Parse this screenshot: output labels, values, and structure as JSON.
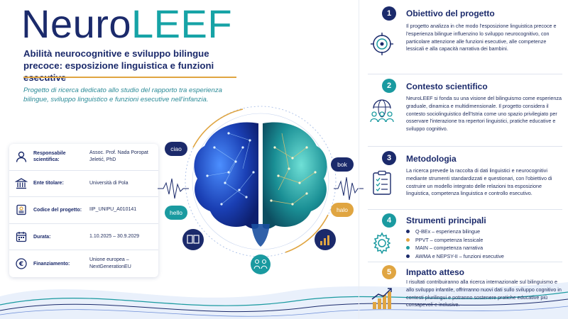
{
  "header": {
    "title_part1": "Neuro",
    "title_part2": "LEEF",
    "subtitle": "Abilità neurocognitive e sviluppo bilingue precoce: esposizione linguistica e funzioni esecutive",
    "intro": "Progetto di ricerca dedicato allo studio del rapporto tra esperienza bilingue, sviluppo linguistico e funzioni esecutive nell'infanzia."
  },
  "info": [
    {
      "label": "Responsabile scientifica:",
      "value": "Assoc. Prof. Nada Poropat Jeletić, PhD",
      "icon": "person-icon"
    },
    {
      "label": "Ente titolare:",
      "value": "Università di Pola",
      "icon": "institution-icon"
    },
    {
      "label": "Codice del progetto:",
      "value": "IIP_UNIPU_A010141",
      "icon": "id-badge-icon"
    },
    {
      "label": "Durata:",
      "value": "1.10.2025 – 30.9.2029",
      "icon": "calendar-icon"
    },
    {
      "label": "Finanziamento:",
      "value": "Unione europea – NextGenerationEU",
      "icon": "euro-icon"
    }
  ],
  "bubbles": {
    "ciao": "ciao",
    "hello": "hello",
    "bok": "bok",
    "halo": "halo"
  },
  "sections": [
    {
      "num": "1",
      "title": "Obiettivo del progetto",
      "text": "Il progetto analizza in che modo l'esposizione linguistica precoce e l'esperienza bilingue influenzino lo sviluppo neurocognitivo, con particolare attenzione alle funzioni esecutive, alle competenze lessicali e alla capacità narrativa dei bambini.",
      "icon": "target-icon",
      "color": "#1b2a6b"
    },
    {
      "num": "2",
      "title": "Contesto scientifico",
      "text": "NeuroLEEF si fonda su una visione del bilinguismo come esperienza graduale, dinamica e multidimensionale. Il progetto considera il contesto sociolinguistico dell'Istria come uno spazio privilegiato per osservare l'interazione tra repertori linguistici, pratiche educative e sviluppo cognitivo.",
      "icon": "network-people-icon",
      "color": "#1a9aa0"
    },
    {
      "num": "3",
      "title": "Metodologia",
      "text": "La ricerca prevede la raccolta di dati linguistici e neurocognitivi mediante strumenti standardizzati e questionari, con l'obiettivo di costruire un modello integrato delle relazioni tra esposizione linguistica, competenza linguistica e controllo esecutivo.",
      "icon": "clipboard-checklist-icon",
      "color": "#1b2a6b"
    },
    {
      "num": "4",
      "title": "Strumenti principali",
      "bullets": [
        {
          "text": "Q-BEx – esperienza bilingue",
          "color": "#1b2a6b"
        },
        {
          "text": "PPVT – competenza lessicale",
          "color": "#e0a541"
        },
        {
          "text": "MAIN – competenza narrativa",
          "color": "#1a9aa0"
        },
        {
          "text": "AWMA e NEPSY-II – funzioni esecutive",
          "color": "#1b2a6b"
        }
      ],
      "icon": "gear-icon",
      "color": "#1a9aa0"
    },
    {
      "num": "5",
      "title": "Impatto atteso",
      "text": "I risultati contribuiranno alla ricerca internazionale sul bilinguismo e allo sviluppo infantile, offrirranno nuovi dati sullo sviluppo cognitivo in contesti plurilingui e potranno sostenere pratiche educative più consapevoli e inclusive.",
      "icon": "growth-chart-icon",
      "color": "#e0a541"
    }
  ],
  "colors": {
    "navy": "#1b2a6b",
    "teal": "#16a3a6",
    "gold": "#e0a541"
  }
}
